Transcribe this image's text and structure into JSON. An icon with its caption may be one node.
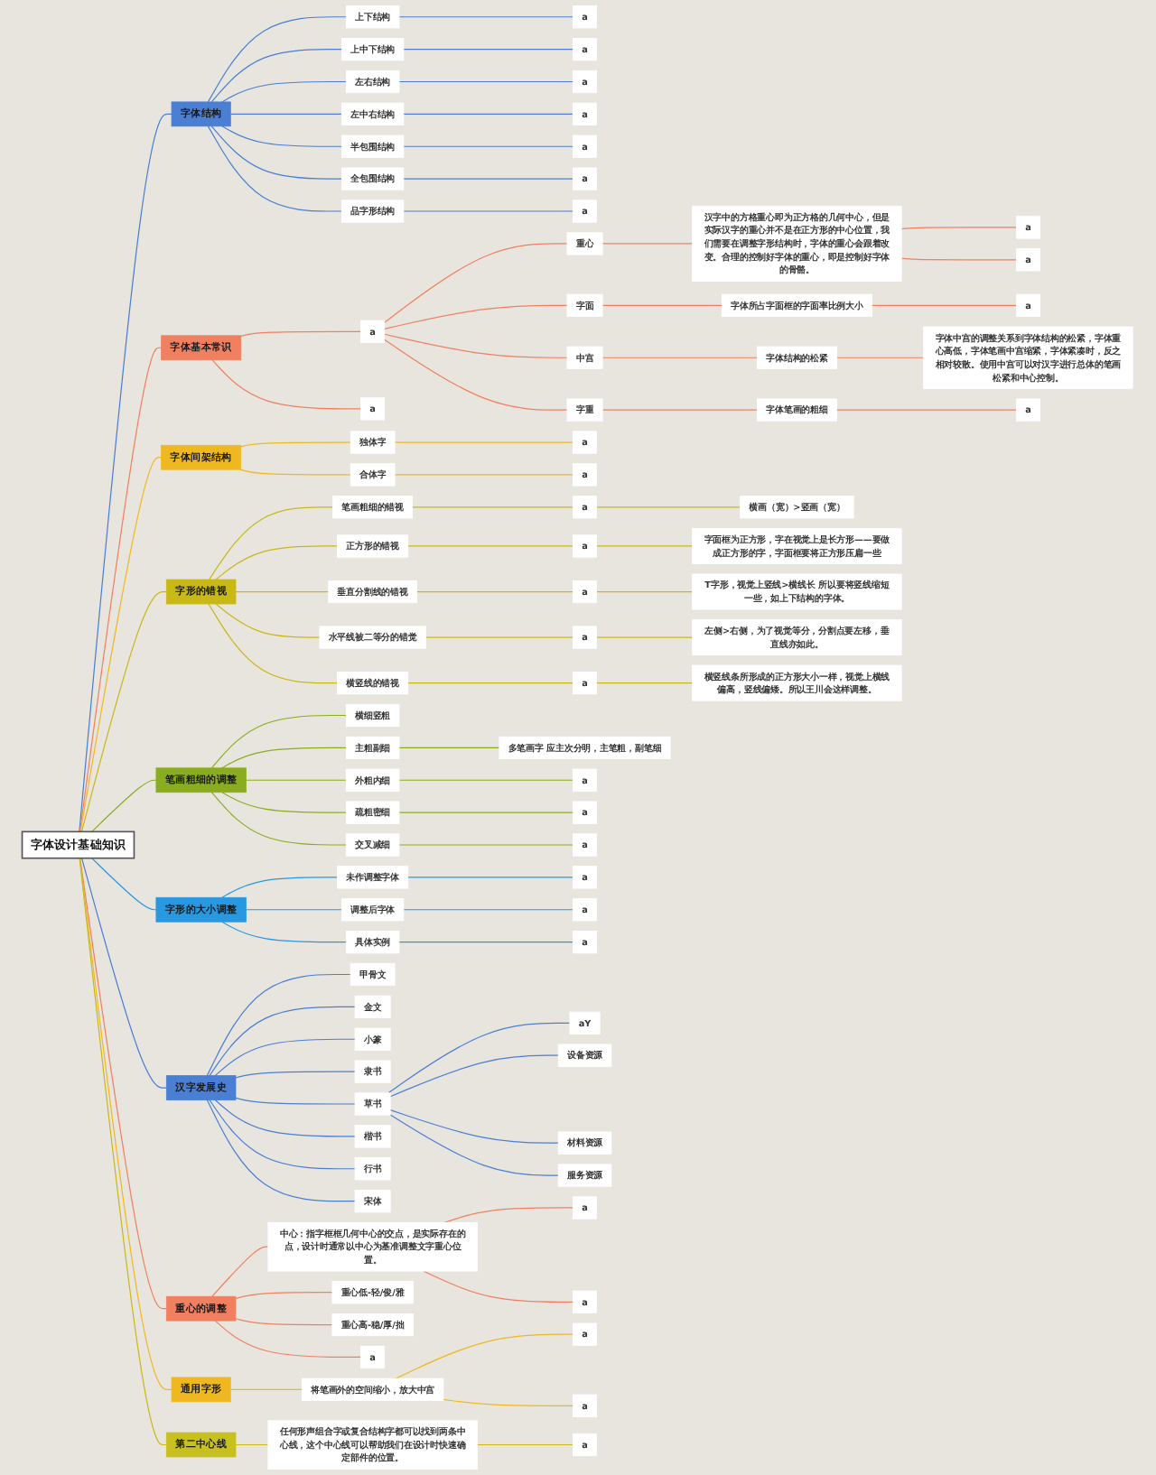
{
  "diagram": {
    "nodes": [
      {
        "text": [
          "字体设计基础知识"
        ]
      },
      {
        "text": [
          "字体结构"
        ]
      },
      {
        "text": [
          "上下结构"
        ]
      },
      {
        "text": [
          "a"
        ]
      },
      {
        "text": [
          "上中下结构"
        ]
      },
      {
        "text": [
          "a"
        ]
      },
      {
        "text": [
          "左右结构"
        ]
      },
      {
        "text": [
          "a"
        ]
      },
      {
        "text": [
          "左中右结构"
        ]
      },
      {
        "text": [
          "a"
        ]
      },
      {
        "text": [
          "半包围结构"
        ]
      },
      {
        "text": [
          "a"
        ]
      },
      {
        "text": [
          "全包围结构"
        ]
      },
      {
        "text": [
          "a"
        ]
      },
      {
        "text": [
          "品字形结构"
        ]
      },
      {
        "text": [
          "a"
        ]
      },
      {
        "text": [
          "字体基本常识"
        ]
      },
      {
        "text": [
          "a"
        ]
      },
      {
        "text": [
          "重心"
        ]
      },
      {
        "text": [
          "汉字中的方格重心即为正方格的几何中心，但是实际汉字的重心并不是在正方形的中心位置，我们需要在调整字形结构时，字体的重心会跟着改变。合理的控制好字体的重心，即是控制好字体的骨骼。"
        ]
      },
      {
        "text": [
          "a"
        ]
      },
      {
        "text": [
          "a"
        ]
      },
      {
        "text": [
          "字面"
        ]
      },
      {
        "text": [
          "字体所占字面框的字面率比例大小"
        ]
      },
      {
        "text": [
          "a"
        ]
      },
      {
        "text": [
          "中宫"
        ]
      },
      {
        "text": [
          "字体结构的松紧"
        ]
      },
      {
        "text": [
          "字体中宫的调整关系到字体结构的松紧，字体重心高低，字体笔画中宫缩紧，字体紧凑时，反之相对较散。使用中宫可以对汉字进行总体的笔画松紧和中心控制。"
        ]
      },
      {
        "text": [
          "字重"
        ]
      },
      {
        "text": [
          "字体笔画的粗细"
        ]
      },
      {
        "text": [
          "a"
        ]
      },
      {
        "text": [
          "a"
        ]
      },
      {
        "text": [
          "字体间架结构"
        ]
      },
      {
        "text": [
          "独体字"
        ]
      },
      {
        "text": [
          "a"
        ]
      },
      {
        "text": [
          "合体字"
        ]
      },
      {
        "text": [
          "a"
        ]
      },
      {
        "text": [
          "字形的错视"
        ]
      },
      {
        "text": [
          "笔画粗细的错视"
        ]
      },
      {
        "text": [
          "a"
        ]
      },
      {
        "text": [
          "横画（宽）>竖画（宽）"
        ]
      },
      {
        "text": [
          "正方形的错视"
        ]
      },
      {
        "text": [
          "a"
        ]
      },
      {
        "text": [
          "字面框为正方形，字在视觉上是长方形——要做成正方形的字，字面框要将正方形压扁一些"
        ]
      },
      {
        "text": [
          "垂直分割线的错视"
        ]
      },
      {
        "text": [
          "a"
        ]
      },
      {
        "text": [
          "T字形，视觉上竖线>横线长 所以要将竖线缩短一些，如上下结构的字体。"
        ]
      },
      {
        "text": [
          "水平线被二等分的错觉"
        ]
      },
      {
        "text": [
          "a"
        ]
      },
      {
        "text": [
          "左侧>右侧，为了视觉等分，分割点要左移，垂直线亦如此。"
        ]
      },
      {
        "text": [
          "横竖线的错视"
        ]
      },
      {
        "text": [
          "a"
        ]
      },
      {
        "text": [
          "横竖线条所形成的正方形大小一样，视觉上横线偏高，竖线偏矮。所以王川会这样调整。"
        ]
      },
      {
        "text": [
          "笔画粗细的调整"
        ]
      },
      {
        "text": [
          "横细竖粗"
        ]
      },
      {
        "text": [
          "主粗副细"
        ]
      },
      {
        "text": [
          "多笔画字 应主次分明，主笔粗，副笔细"
        ]
      },
      {
        "text": [
          "外粗内细"
        ]
      },
      {
        "text": [
          "a"
        ]
      },
      {
        "text": [
          "疏粗密细"
        ]
      },
      {
        "text": [
          "a"
        ]
      },
      {
        "text": [
          "交叉减细"
        ]
      },
      {
        "text": [
          "a"
        ]
      },
      {
        "text": [
          "字形的大小调整"
        ]
      },
      {
        "text": [
          "未作调整字体"
        ]
      },
      {
        "text": [
          "a"
        ]
      },
      {
        "text": [
          "调整后字体"
        ]
      },
      {
        "text": [
          "a"
        ]
      },
      {
        "text": [
          "具体实例"
        ]
      },
      {
        "text": [
          "a"
        ]
      },
      {
        "text": [
          "汉字发展史"
        ]
      },
      {
        "text": [
          "甲骨文"
        ]
      },
      {
        "text": [
          "金文"
        ]
      },
      {
        "text": [
          "小篆"
        ]
      },
      {
        "text": [
          "隶书"
        ]
      },
      {
        "text": [
          "草书"
        ]
      },
      {
        "text": [
          "aY"
        ]
      },
      {
        "text": [
          "设备资源"
        ]
      },
      {
        "text": [
          "材料资源"
        ]
      },
      {
        "text": [
          "服务资源"
        ]
      },
      {
        "text": [
          "楷书"
        ]
      },
      {
        "text": [
          "行书"
        ]
      },
      {
        "text": [
          "宋体"
        ]
      },
      {
        "text": [
          "重心的调整"
        ]
      },
      {
        "text": [
          "中心：指字框框几何中心的交点，是实际存在的点，设计时通常以中心为基准调整文字重心位置。"
        ]
      },
      {
        "text": [
          "a"
        ]
      },
      {
        "text": [
          "a"
        ]
      },
      {
        "text": [
          "重心低-轻/俊/雅"
        ]
      },
      {
        "text": [
          "重心高-稳/厚/拙"
        ]
      },
      {
        "text": [
          "a"
        ]
      },
      {
        "text": [
          "通用字形"
        ]
      },
      {
        "text": [
          "将笔画外的空间缩小，放大中宫"
        ]
      },
      {
        "text": [
          "a"
        ]
      },
      {
        "text": [
          "a"
        ]
      },
      {
        "text": [
          "第二中心线"
        ]
      },
      {
        "text": [
          "任何形声组合字或复合结构字都可以找到两条中心线，这个中心线可以帮助我们在设计时快速确定部件的位置。"
        ]
      },
      {
        "text": [
          "a"
        ]
      }
    ],
    "edges": [
      {
        "from": 0,
        "to": 1,
        "arrow": "none",
        "color": "#4a7fd4"
      },
      {
        "from": 1,
        "to": 2,
        "arrow": "none",
        "color": "#4a7fd4"
      },
      {
        "from": 2,
        "to": 3,
        "arrow": "none",
        "color": "#4a7fd4"
      },
      {
        "from": 1,
        "to": 4,
        "arrow": "none",
        "color": "#4a7fd4"
      },
      {
        "from": 4,
        "to": 5,
        "arrow": "none",
        "color": "#4a7fd4"
      },
      {
        "from": 1,
        "to": 6,
        "arrow": "none",
        "color": "#4a7fd4"
      },
      {
        "from": 6,
        "to": 7,
        "arrow": "none",
        "color": "#4a7fd4"
      },
      {
        "from": 1,
        "to": 8,
        "arrow": "none",
        "color": "#4a7fd4"
      },
      {
        "from": 8,
        "to": 9,
        "arrow": "none",
        "color": "#4a7fd4"
      },
      {
        "from": 1,
        "to": 10,
        "arrow": "none",
        "color": "#4a7fd4"
      },
      {
        "from": 10,
        "to": 11,
        "arrow": "none",
        "color": "#4a7fd4"
      },
      {
        "from": 1,
        "to": 12,
        "arrow": "none",
        "color": "#4a7fd4"
      },
      {
        "from": 12,
        "to": 13,
        "arrow": "none",
        "color": "#4a7fd4"
      },
      {
        "from": 1,
        "to": 14,
        "arrow": "none",
        "color": "#4a7fd4"
      },
      {
        "from": 14,
        "to": 15,
        "arrow": "none",
        "color": "#4a7fd4"
      },
      {
        "from": 0,
        "to": 16,
        "arrow": "none",
        "color": "#f08060"
      },
      {
        "from": 16,
        "to": 17,
        "arrow": "none",
        "color": "#f08060"
      },
      {
        "from": 17,
        "to": 18,
        "arrow": "none",
        "color": "#f08060"
      },
      {
        "from": 18,
        "to": 19,
        "arrow": "none",
        "color": "#f08060"
      },
      {
        "from": 19,
        "to": 20,
        "arrow": "none",
        "color": "#f08060"
      },
      {
        "from": 19,
        "to": 21,
        "arrow": "none",
        "color": "#f08060"
      },
      {
        "from": 17,
        "to": 22,
        "arrow": "none",
        "color": "#f08060"
      },
      {
        "from": 22,
        "to": 23,
        "arrow": "none",
        "color": "#f08060"
      },
      {
        "from": 23,
        "to": 24,
        "arrow": "none",
        "color": "#f08060"
      },
      {
        "from": 17,
        "to": 25,
        "arrow": "none",
        "color": "#f08060"
      },
      {
        "from": 25,
        "to": 26,
        "arrow": "none",
        "color": "#f08060"
      },
      {
        "from": 26,
        "to": 27,
        "arrow": "none",
        "color": "#f08060"
      },
      {
        "from": 17,
        "to": 28,
        "arrow": "none",
        "color": "#f08060"
      },
      {
        "from": 28,
        "to": 29,
        "arrow": "none",
        "color": "#f08060"
      },
      {
        "from": 29,
        "to": 30,
        "arrow": "none",
        "color": "#f08060"
      },
      {
        "from": 16,
        "to": 31,
        "arrow": "none",
        "color": "#f08060"
      },
      {
        "from": 0,
        "to": 32,
        "arrow": "none",
        "color": "#f0b820"
      },
      {
        "from": 32,
        "to": 33,
        "arrow": "none",
        "color": "#f0b820"
      },
      {
        "from": 33,
        "to": 34,
        "arrow": "none",
        "color": "#f0b820"
      },
      {
        "from": 32,
        "to": 35,
        "arrow": "none",
        "color": "#f0b820"
      },
      {
        "from": 35,
        "to": 36,
        "arrow": "none",
        "color": "#f0b820"
      },
      {
        "from": 0,
        "to": 37,
        "arrow": "none",
        "color": "#c8b818"
      },
      {
        "from": 37,
        "to": 38,
        "arrow": "none",
        "color": "#c8b818"
      },
      {
        "from": 38,
        "to": 39,
        "arrow": "none",
        "color": "#c8b818"
      },
      {
        "from": 39,
        "to": 40,
        "arrow": "none",
        "color": "#c8b818"
      },
      {
        "from": 37,
        "to": 41,
        "arrow": "none",
        "color": "#c8b818"
      },
      {
        "from": 41,
        "to": 42,
        "arrow": "none",
        "color": "#c8b818"
      },
      {
        "from": 42,
        "to": 43,
        "arrow": "none",
        "color": "#c8b818"
      },
      {
        "from": 37,
        "to": 44,
        "arrow": "none",
        "color": "#c8b818"
      },
      {
        "from": 44,
        "to": 45,
        "arrow": "none",
        "color": "#c8b818"
      },
      {
        "from": 45,
        "to": 46,
        "arrow": "none",
        "color": "#c8b818"
      },
      {
        "from": 37,
        "to": 47,
        "arrow": "none",
        "color": "#c8b818"
      },
      {
        "from": 47,
        "to": 48,
        "arrow": "none",
        "color": "#c8b818"
      },
      {
        "from": 48,
        "to": 49,
        "arrow": "none",
        "color": "#c8b818"
      },
      {
        "from": 37,
        "to": 50,
        "arrow": "none",
        "color": "#c8b818"
      },
      {
        "from": 50,
        "to": 51,
        "arrow": "none",
        "color": "#c8b818"
      },
      {
        "from": 51,
        "to": 52,
        "arrow": "none",
        "color": "#c8b818"
      },
      {
        "from": 0,
        "to": 53,
        "arrow": "none",
        "color": "#8aad20"
      },
      {
        "from": 53,
        "to": 54,
        "arrow": "none",
        "color": "#8aad20"
      },
      {
        "from": 53,
        "to": 55,
        "arrow": "none",
        "color": "#8aad20"
      },
      {
        "from": 55,
        "to": 56,
        "arrow": "none",
        "color": "#8aad20"
      },
      {
        "from": 53,
        "to": 57,
        "arrow": "none",
        "color": "#8aad20"
      },
      {
        "from": 57,
        "to": 58,
        "arrow": "none",
        "color": "#8aad20"
      },
      {
        "from": 53,
        "to": 59,
        "arrow": "none",
        "color": "#8aad20"
      },
      {
        "from": 59,
        "to": 60,
        "arrow": "none",
        "color": "#8aad20"
      },
      {
        "from": 53,
        "to": 61,
        "arrow": "none",
        "color": "#8aad20"
      },
      {
        "from": 61,
        "to": 62,
        "arrow": "none",
        "color": "#8aad20"
      },
      {
        "from": 0,
        "to": 63,
        "arrow": "none",
        "color": "#2898e0"
      },
      {
        "from": 63,
        "to": 64,
        "arrow": "none",
        "color": "#2898e0"
      },
      {
        "from": 64,
        "to": 65,
        "arrow": "none",
        "color": "#2898e0"
      },
      {
        "from": 63,
        "to": 66,
        "arrow": "none",
        "color": "#2898e0"
      },
      {
        "from": 66,
        "to": 67,
        "arrow": "none",
        "color": "#2898e0"
      },
      {
        "from": 63,
        "to": 68,
        "arrow": "none",
        "color": "#2898e0"
      },
      {
        "from": 68,
        "to": 69,
        "arrow": "none",
        "color": "#2898e0"
      },
      {
        "from": 0,
        "to": 70,
        "arrow": "none",
        "color": "#4a7fd4"
      },
      {
        "from": 70,
        "to": 71,
        "arrow": "none",
        "color": "#4a7fd4"
      },
      {
        "from": 70,
        "to": 72,
        "arrow": "none",
        "color": "#4a7fd4"
      },
      {
        "from": 70,
        "to": 73,
        "arrow": "none",
        "color": "#4a7fd4"
      },
      {
        "from": 70,
        "to": 74,
        "arrow": "none",
        "color": "#4a7fd4"
      },
      {
        "from": 70,
        "to": 75,
        "arrow": "none",
        "color": "#4a7fd4"
      },
      {
        "from": 75,
        "to": 76,
        "arrow": "none",
        "color": "#4a7fd4"
      },
      {
        "from": 75,
        "to": 77,
        "arrow": "none",
        "color": "#4a7fd4"
      },
      {
        "from": 75,
        "to": 78,
        "arrow": "none",
        "color": "#4a7fd4"
      },
      {
        "from": 75,
        "to": 79,
        "arrow": "none",
        "color": "#4a7fd4"
      },
      {
        "from": 70,
        "to": 80,
        "arrow": "none",
        "color": "#4a7fd4"
      },
      {
        "from": 70,
        "to": 81,
        "arrow": "none",
        "color": "#4a7fd4"
      },
      {
        "from": 70,
        "to": 82,
        "arrow": "none",
        "color": "#4a7fd4"
      },
      {
        "from": 0,
        "to": 83,
        "arrow": "none",
        "color": "#f08060"
      },
      {
        "from": 83,
        "to": 84,
        "arrow": "none",
        "color": "#f08060"
      },
      {
        "from": 84,
        "to": 85,
        "arrow": "none",
        "color": "#f08060"
      },
      {
        "from": 84,
        "to": 86,
        "arrow": "none",
        "color": "#f08060"
      },
      {
        "from": 83,
        "to": 87,
        "arrow": "none",
        "color": "#f08060"
      },
      {
        "from": 83,
        "to": 88,
        "arrow": "none",
        "color": "#f08060"
      },
      {
        "from": 83,
        "to": 89,
        "arrow": "none",
        "color": "#f08060"
      },
      {
        "from": 0,
        "to": 90,
        "arrow": "none",
        "color": "#f0b820"
      },
      {
        "from": 90,
        "to": 91,
        "arrow": "none",
        "color": "#f0b820"
      },
      {
        "from": 91,
        "to": 92,
        "arrow": "none",
        "color": "#f0b820"
      },
      {
        "from": 91,
        "to": 93,
        "arrow": "none",
        "color": "#f0b820"
      },
      {
        "from": 0,
        "to": 94,
        "arrow": "none",
        "color": "#c8b818"
      },
      {
        "from": 94,
        "to": 95,
        "arrow": "none",
        "color": "#c8b818"
      },
      {
        "from": 95,
        "to": 96,
        "arrow": "none",
        "color": "#c8b818"
      }
    ]
  }
}
